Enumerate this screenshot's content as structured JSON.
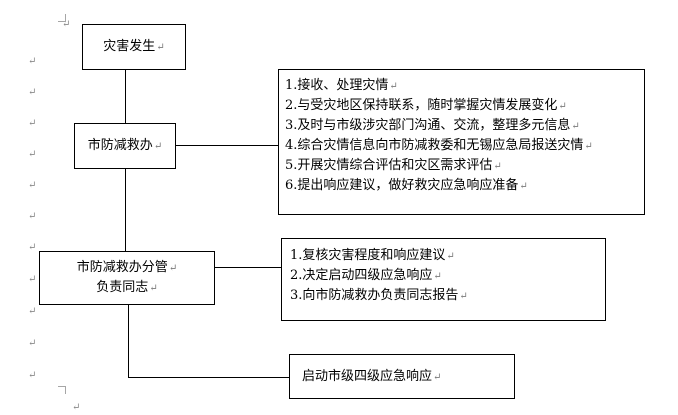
{
  "paragraph_mark": "↵",
  "nodes": {
    "disaster_occurs": {
      "text": "灾害发生"
    },
    "city_office": {
      "text": "市防减救办"
    },
    "office_officer": {
      "lines": [
        "市防减救办分管",
        "负责同志"
      ]
    },
    "launch_response": {
      "text": "启动市级四级应急响应"
    }
  },
  "notes": {
    "office_duties": {
      "items": [
        "1.接收、处理灾情",
        "2.与受灾地区保持联系，随时掌握灾情发展变化",
        "3.及时与市级涉灾部门沟通、交流，整理多元信息",
        "4.综合灾情信息向市防减救委和无锡应急局报送灾情",
        "5.开展灾情综合评估和灾区需求评估",
        "6.提出响应建议，做好救灾应急响应准备"
      ]
    },
    "officer_duties": {
      "items": [
        "1.复核灾害程度和响应建议",
        "2.决定启动四级应急响应",
        "3.向市防减救办负责同志报告"
      ]
    }
  }
}
